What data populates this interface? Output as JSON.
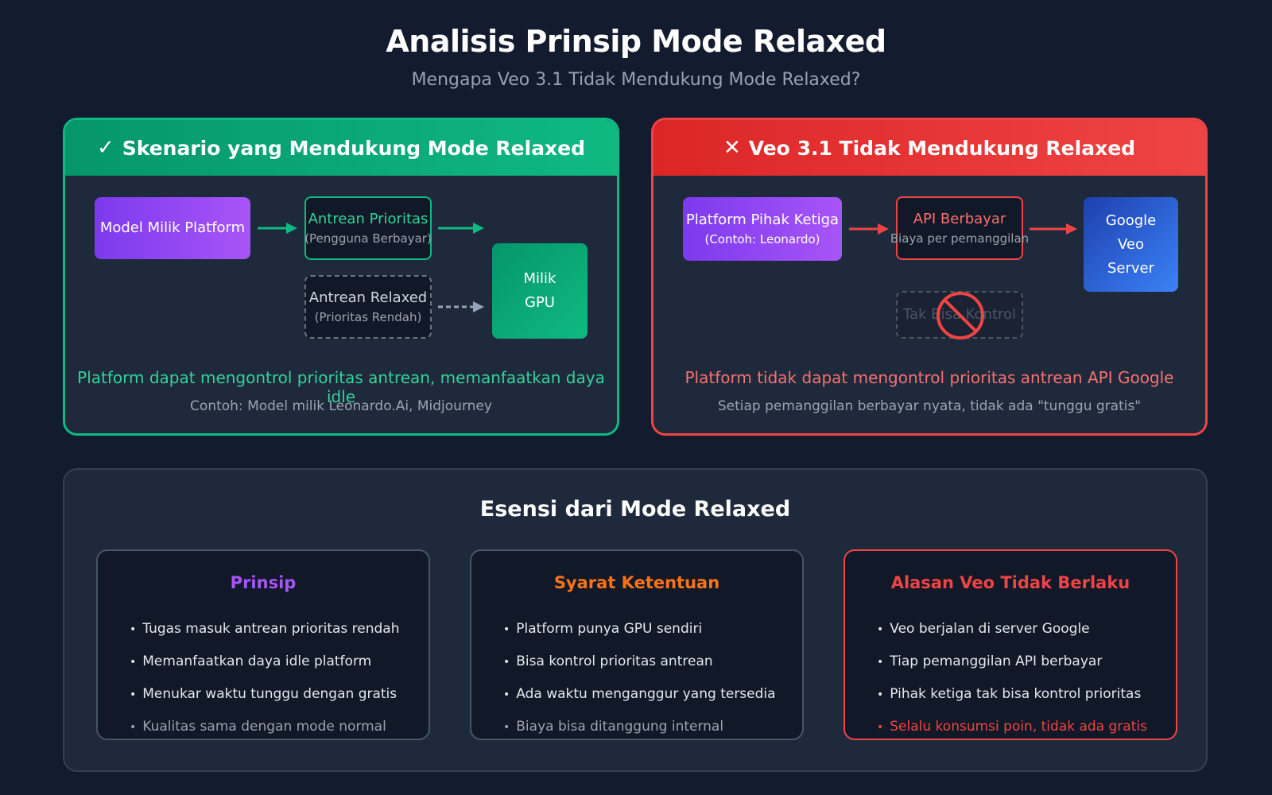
{
  "title": "Analisis Prinsip Mode Relaxed",
  "subtitle": "Mengapa Veo 3.1 Tidak Mendukung Mode Relaxed?",
  "colors": {
    "success": "#10b981",
    "danger": "#ef4444",
    "purple": "#a855f7",
    "orange": "#f97316",
    "blue": "#3b82f6",
    "background": "#131b2e"
  },
  "left_panel": {
    "icon": "check-icon",
    "glyph": "✓",
    "title": "Skenario yang Mendukung Mode Relaxed",
    "nodes": {
      "platform_model": "Model Milik Platform",
      "priority_queue": {
        "line1": "Antrean Prioritas",
        "line2": "(Pengguna Berbayar)"
      },
      "relaxed_queue": {
        "line1": "Antrean Relaxed",
        "line2": "(Prioritas Rendah)"
      },
      "gpu": {
        "line1": "Milik",
        "line2": "GPU"
      }
    },
    "note": "Platform dapat mengontrol prioritas antrean, memanfaatkan daya idle",
    "example": "Contoh: Model milik Leonardo.Ai, Midjourney"
  },
  "right_panel": {
    "icon": "cross-icon",
    "glyph": "✕",
    "title": "Veo 3.1 Tidak Mendukung Relaxed",
    "nodes": {
      "third_party": {
        "line1": "Platform Pihak Ketiga",
        "line2": "(Contoh: Leonardo)"
      },
      "paid_api": {
        "line1": "API Berbayar",
        "line2": "Biaya per pemanggilan"
      },
      "google_server": {
        "line1": "Google",
        "line2": "Veo",
        "line3": "Server"
      },
      "no_control": "Tak Bisa Kontrol"
    },
    "note": "Platform tidak dapat mengontrol prioritas antrean API Google",
    "example": "Setiap pemanggilan berbayar nyata, tidak ada \"tunggu gratis\""
  },
  "essence": {
    "title": "Esensi dari Mode Relaxed",
    "cards": [
      {
        "title": "Prinsip",
        "items": [
          "Tugas masuk antrean prioritas rendah",
          "Memanfaatkan daya idle platform",
          "Menukar waktu tunggu dengan gratis",
          "Kualitas sama dengan mode normal"
        ]
      },
      {
        "title": "Syarat Ketentuan",
        "items": [
          "Platform punya GPU sendiri",
          "Bisa kontrol prioritas antrean",
          "Ada waktu menganggur yang tersedia",
          "Biaya bisa ditanggung internal"
        ]
      },
      {
        "title": "Alasan Veo Tidak Berlaku",
        "items": [
          "Veo berjalan di server Google",
          "Tiap pemanggilan API berbayar",
          "Pihak ketiga tak bisa kontrol prioritas",
          "Selalu konsumsi poin, tidak ada gratis"
        ]
      }
    ]
  }
}
